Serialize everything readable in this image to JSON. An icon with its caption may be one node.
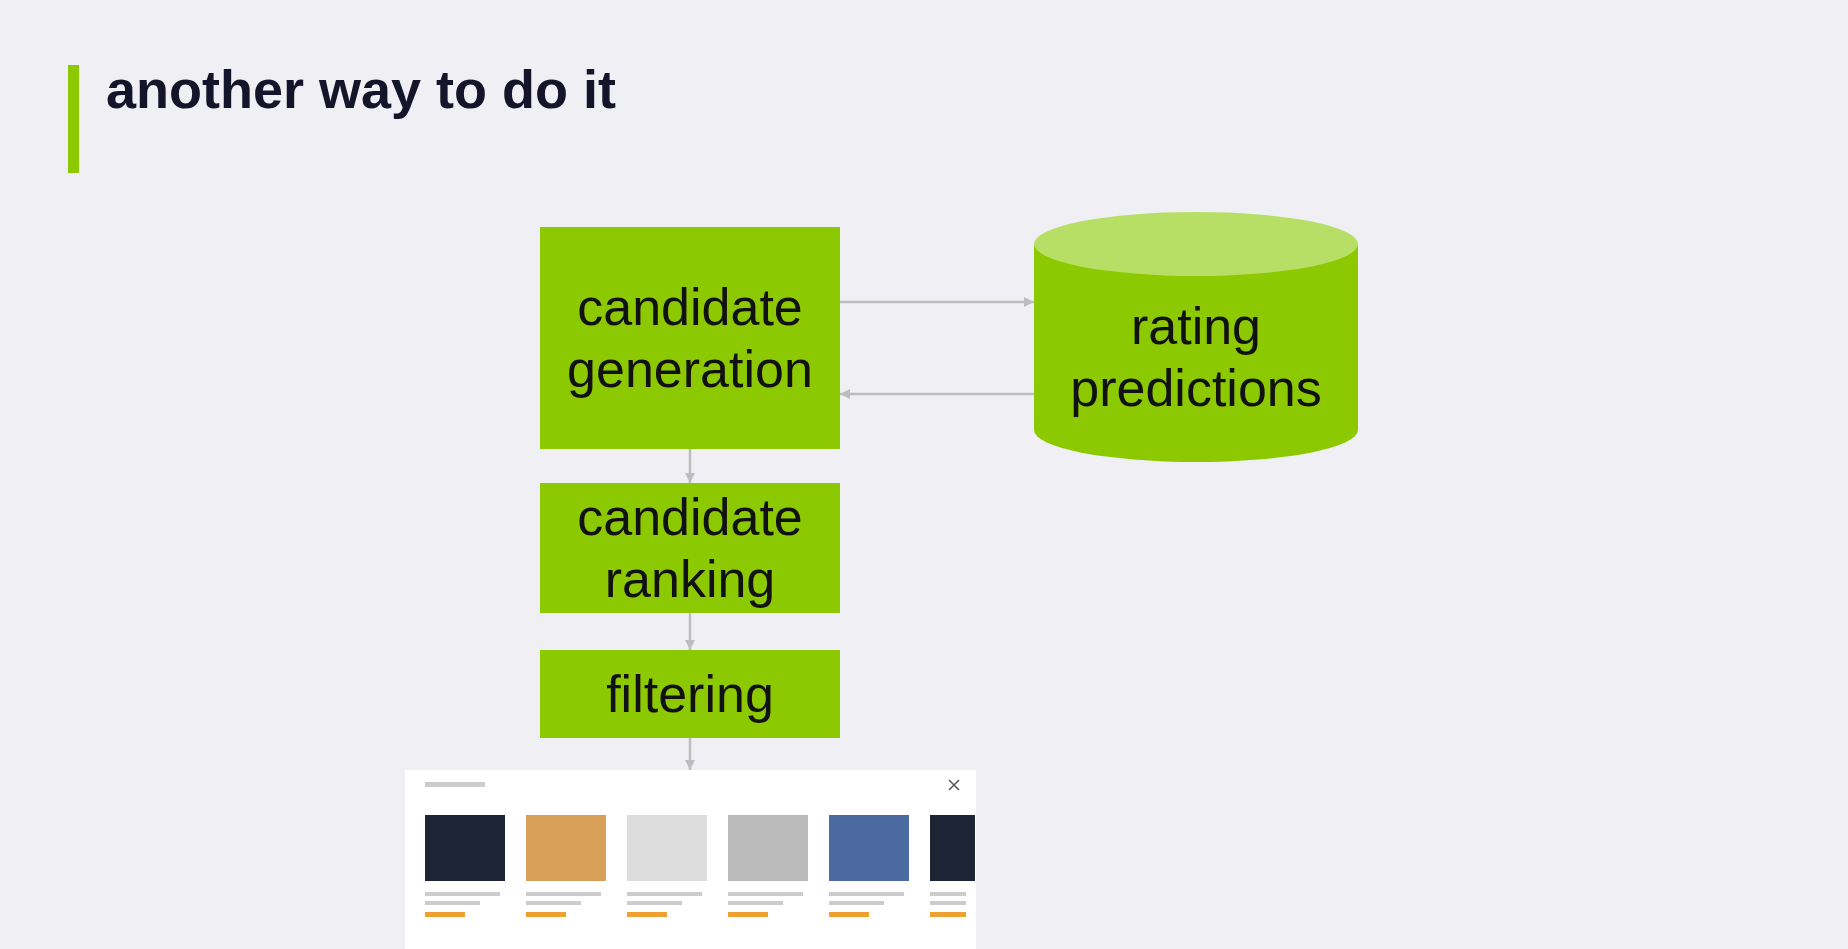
{
  "diagram": {
    "title": "another way to do it",
    "nodes": [
      {
        "text": [
          "candidate generation"
        ]
      },
      {
        "text": [
          "rating predictions"
        ]
      },
      {
        "text": [
          "candidate ranking"
        ]
      },
      {
        "text": [
          "filtering"
        ]
      },
      {
        "text": [],
        "shape": "picture"
      }
    ],
    "edges": [
      {
        "from": 0,
        "to": 1,
        "arrow": "to"
      },
      {
        "from": 1,
        "to": 0,
        "arrow": "to"
      },
      {
        "from": 0,
        "to": 2,
        "arrow": "to"
      },
      {
        "from": 2,
        "to": 3,
        "arrow": "to"
      },
      {
        "from": 3,
        "to": 4,
        "arrow": "to"
      }
    ]
  }
}
